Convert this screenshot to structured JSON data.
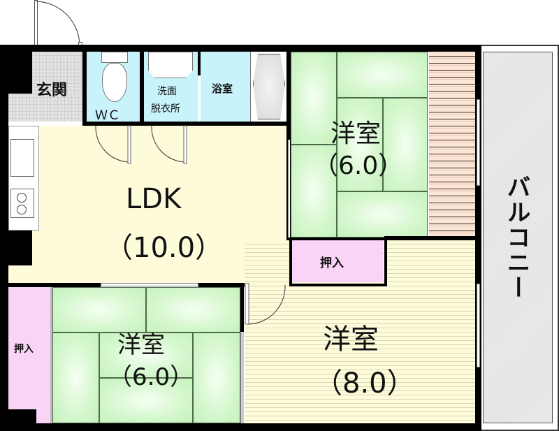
{
  "floorplan": {
    "rooms": {
      "entrance": {
        "label": "玄関"
      },
      "wc": {
        "label": "ＷＣ"
      },
      "washroom": {
        "label_line1": "洗面",
        "label_line2": "脱衣所"
      },
      "bath": {
        "label": "浴室"
      },
      "ldk": {
        "label": "LDK",
        "size": "（10.0）"
      },
      "western_room_ne": {
        "label": "洋室",
        "size": "（6.0）"
      },
      "closet_center": {
        "label": "押入"
      },
      "western_room_sw": {
        "label": "洋室",
        "size": "（6.0）"
      },
      "closet_left": {
        "label": "押入"
      },
      "western_room_se": {
        "label": "洋室",
        "size": "（8.0）"
      },
      "balcony": {
        "label": "バルコニー"
      }
    },
    "colors": {
      "wall": "#000000",
      "ldk_floor": "#fdfbd9",
      "tatami": "#d4f7cd",
      "closet": "#f9d4f6",
      "wet_area": "#c8f3fb",
      "entrance_tile": "#e4e4e4",
      "veranda_wood": "#fbe5d6",
      "balcony": "#e6e6e6"
    }
  }
}
